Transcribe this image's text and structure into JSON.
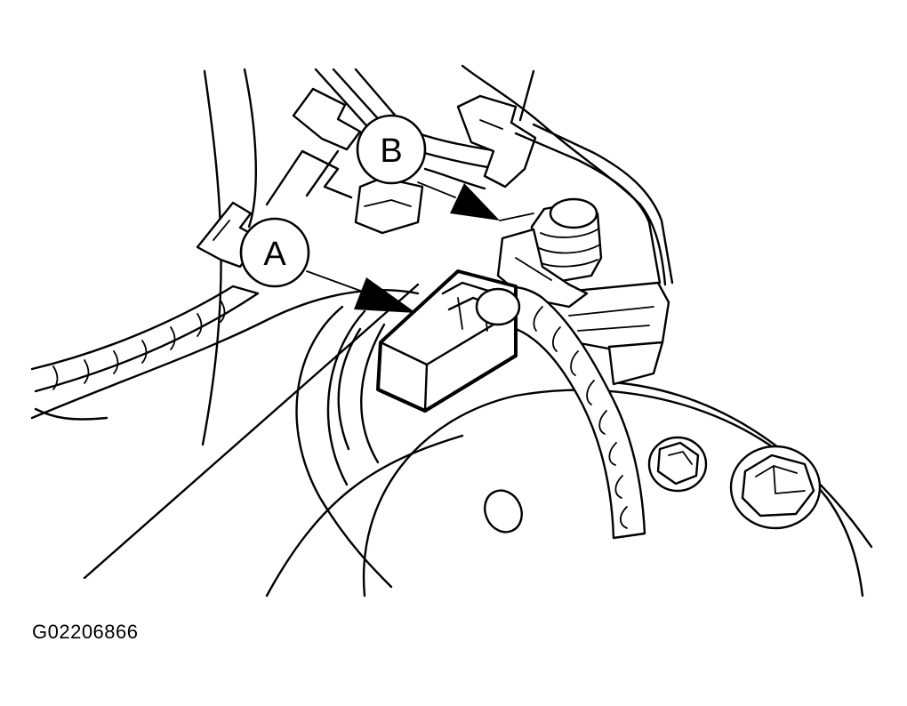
{
  "figure": {
    "id_label": "G02206866"
  },
  "callouts": {
    "a": {
      "label": "A"
    },
    "b": {
      "label": "B"
    }
  },
  "colors": {
    "line": "#000000",
    "background": "#ffffff"
  }
}
